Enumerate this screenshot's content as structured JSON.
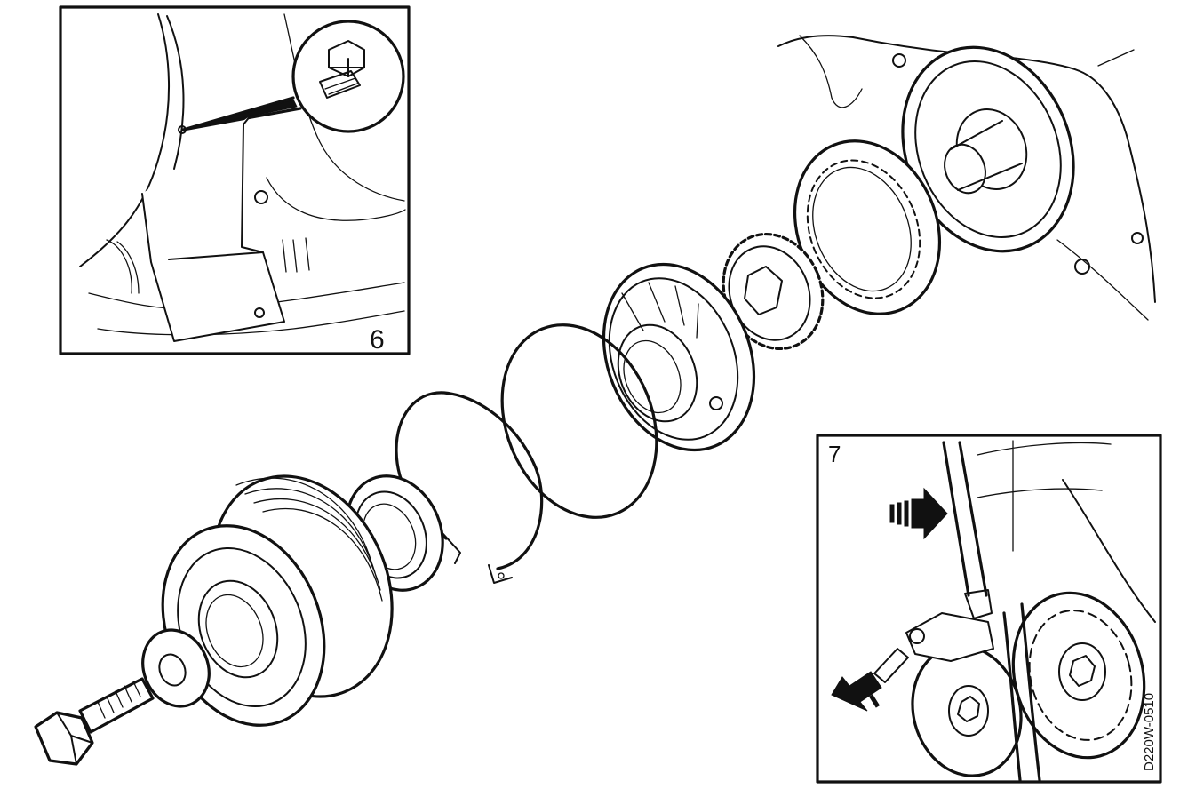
{
  "insets": {
    "top_left": {
      "number": "6"
    },
    "bottom_right": {
      "number": "7",
      "code": "D220W-0510"
    }
  },
  "colors": {
    "ink": "#111111",
    "paper": "#ffffff"
  }
}
